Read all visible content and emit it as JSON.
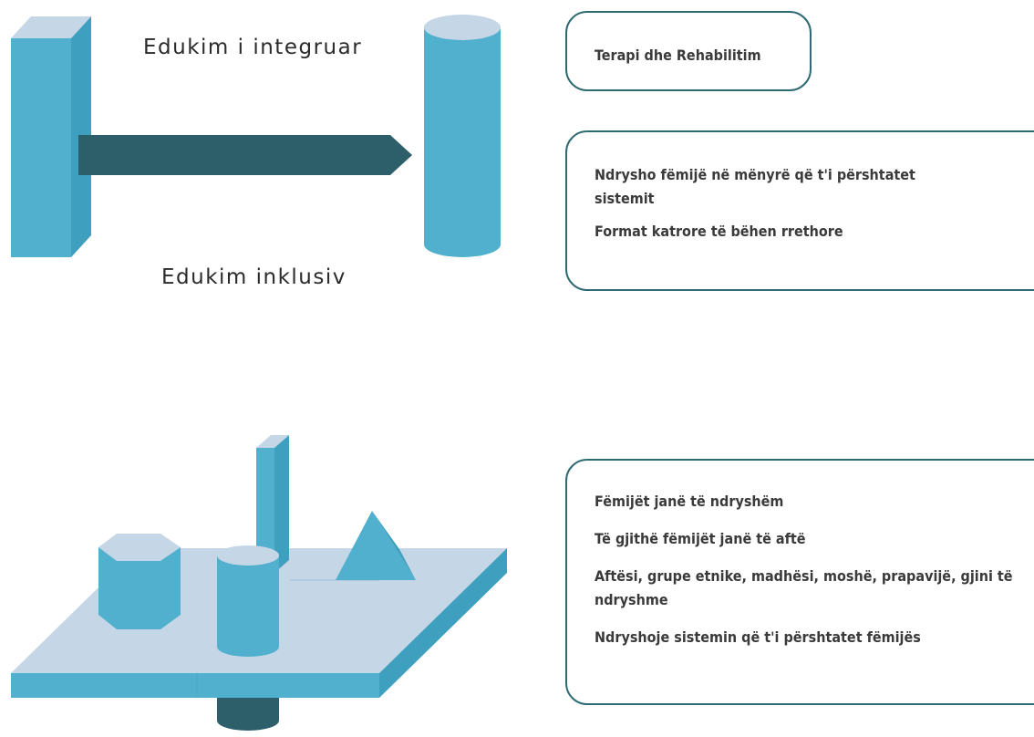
{
  "top": {
    "title": "Edukim i integruar",
    "box1": {
      "items": [
        "Terapi dhe Rehabilitim"
      ]
    },
    "box2": {
      "items": [
        "Ndrysho fëmijë në mënyrë që t'i përshtatet sistemit",
        "Format katrore të bëhen rrethore"
      ]
    }
  },
  "bottom": {
    "title": "Edukim inklusiv",
    "box": {
      "items": [
        "Fëmijët janë të ndryshëm",
        "Të gjithë fëmijët janë të aftë",
        "Aftësi, grupe etnike, madhësi, moshë, prapavijë, gjini të ndryshme",
        "Ndryshoje sistemin që t'i përshtatet fëmijës"
      ]
    }
  },
  "colors": {
    "light": "#c5d6e6",
    "mid": "#51b0cd",
    "dark": "#2d5f6b",
    "border": "#2d6b73"
  }
}
